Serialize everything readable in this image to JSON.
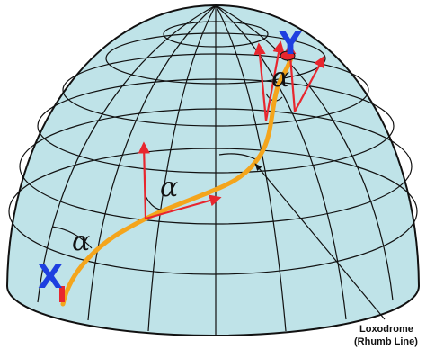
{
  "labels": {
    "angle_symbol": "α",
    "start_point": "X",
    "end_point": "Y",
    "caption_line1": "Loxodrome",
    "caption_line2": "(Rhumb Line)"
  },
  "colors": {
    "globe_fill": "#bfe3e8",
    "grid_line": "#111111",
    "loxodrome": "#f4a51c",
    "heading_arrow": "#e8262e",
    "point_marker": "#1e3fe0"
  }
}
